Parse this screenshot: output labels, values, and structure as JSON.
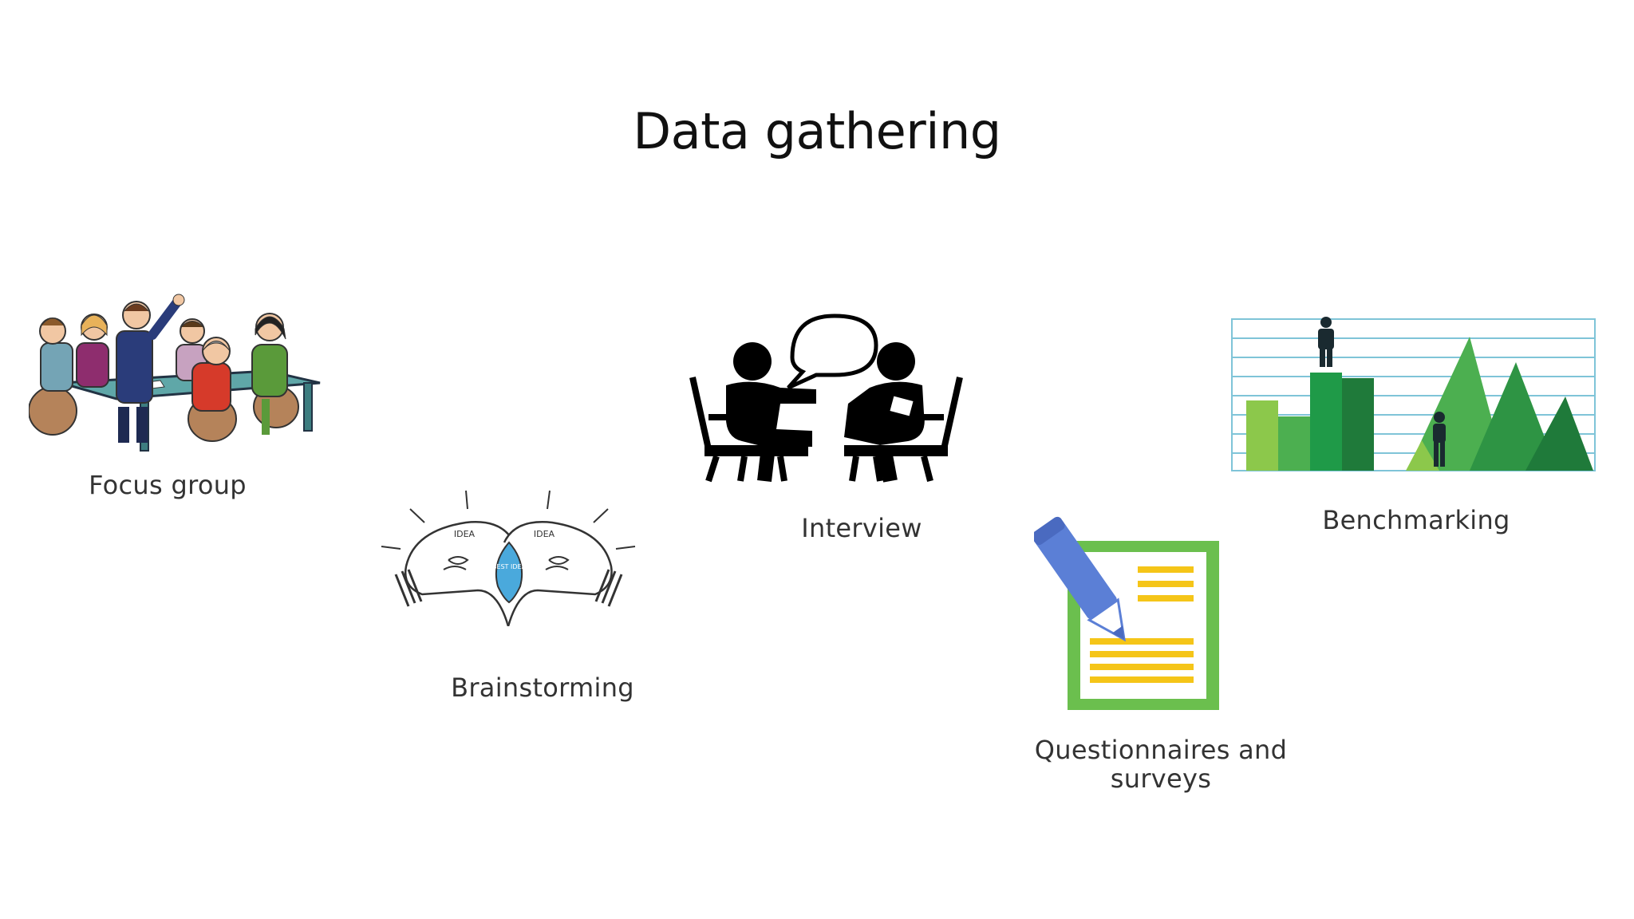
{
  "slide": {
    "title": "Data gathering",
    "items": [
      {
        "label": "Focus group",
        "icon": "focus-group-illustration"
      },
      {
        "label": "Brainstorming",
        "icon": "lightbulb-ideas-illustration",
        "bulb_left_text": "IDEA",
        "bulb_right_text": "IDEA",
        "center_text": "BEST IDEA"
      },
      {
        "label": "Interview",
        "icon": "interview-illustration"
      },
      {
        "label": "Questionnaires and",
        "label_line2": "surveys",
        "icon": "questionnaire-illustration"
      },
      {
        "label": "Benchmarking",
        "icon": "benchmark-chart-illustration"
      }
    ]
  },
  "colors": {
    "bench_light_green": "#8cc84b",
    "bench_mid_green": "#4caf50",
    "bench_dark_green": "#1f7a3a",
    "questionnaire_frame": "#6bbf4e",
    "questionnaire_lines": "#f5c518",
    "pencil_blue": "#5b7fd6",
    "brainstorm_center": "#4aa9dc"
  }
}
